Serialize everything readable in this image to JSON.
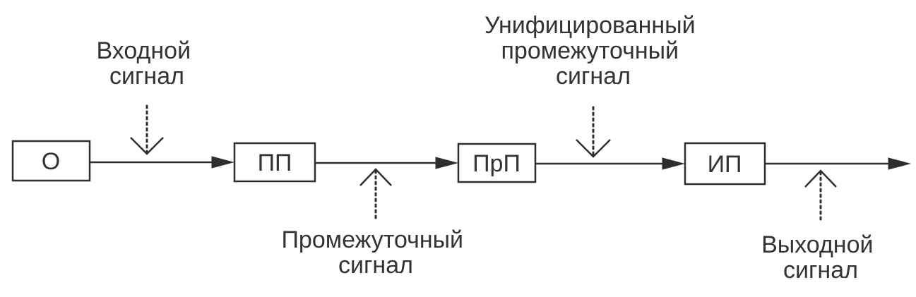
{
  "blocks": [
    {
      "id": "o",
      "label": "О"
    },
    {
      "id": "pp",
      "label": "ПП"
    },
    {
      "id": "prp",
      "label": "ПрП"
    },
    {
      "id": "ip",
      "label": "ИП"
    }
  ],
  "signals": {
    "input": [
      "Входной",
      "сигнал"
    ],
    "intermediate": [
      "Промежуточный",
      "сигнал"
    ],
    "unified": [
      "Унифицированный",
      "промежуточный",
      "сигнал"
    ],
    "output": [
      "Выходной",
      "сигнал"
    ]
  }
}
